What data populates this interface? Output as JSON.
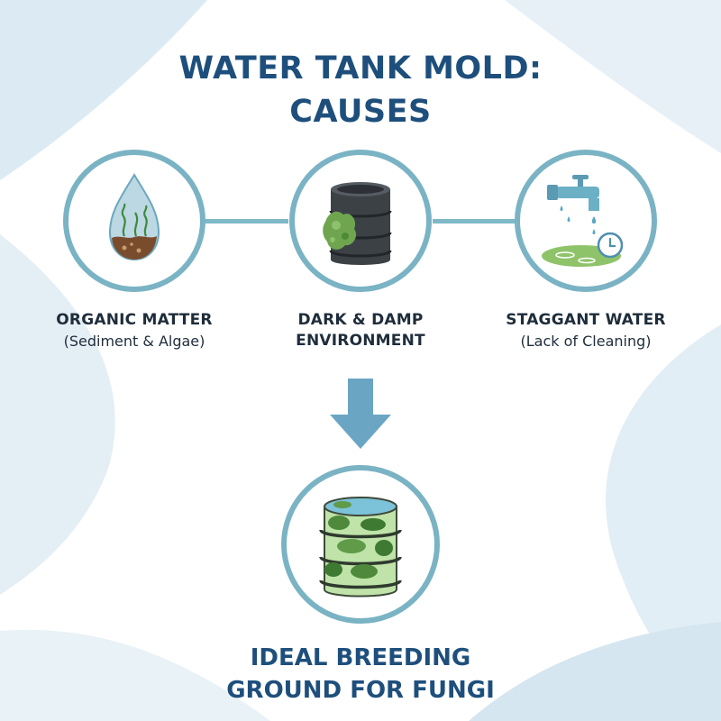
{
  "title": {
    "line1": "WATER TANK MOLD:",
    "line2": "CAUSES"
  },
  "causes": [
    {
      "label": "ORGANIC MATTER",
      "sublabel": "(Sediment & Algae)",
      "icon": "water-drop-sediment-icon"
    },
    {
      "label_line1": "DARK & DAMP",
      "label_line2": "ENVIRONMENT",
      "icon": "dark-moldy-barrel-icon"
    },
    {
      "label": "STAGGANT WATER",
      "sublabel": "(Lack of Cleaning)",
      "icon": "dripping-faucet-clock-icon"
    }
  ],
  "result": {
    "line1": "IDEAL BREEDING",
    "line2": "GROUND FOR FUNGI",
    "icon": "moldy-water-tank-icon"
  },
  "colors": {
    "title": "#1e4f7c",
    "ring": "#7ab3c4",
    "arrow": "#6aa6c4",
    "mold": "#5f9b48"
  }
}
